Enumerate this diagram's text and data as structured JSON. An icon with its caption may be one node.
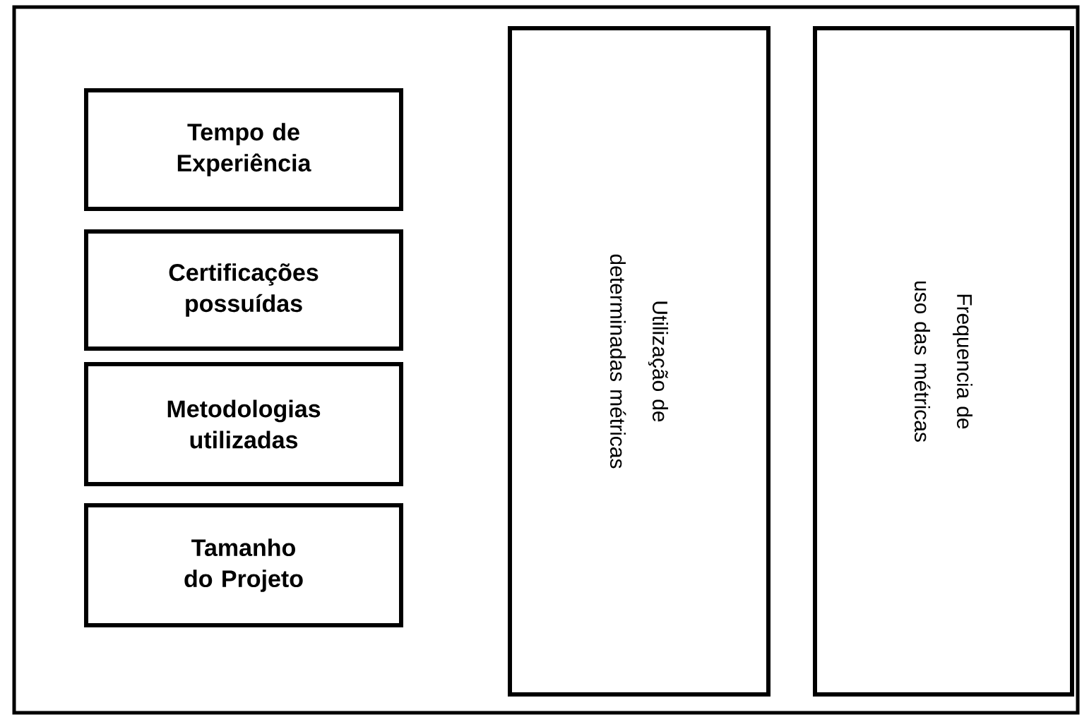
{
  "diagram": {
    "nodes": [
      {
        "text": [],
        "shape": "box"
      },
      {
        "text": [
          "Tempo de Experiência"
        ],
        "in": 0
      },
      {
        "text": [
          "Certificações possuídas"
        ],
        "in": 0
      },
      {
        "text": [
          "Metodologias utilizadas"
        ],
        "in": 0
      },
      {
        "text": [
          "Tamanho do Projeto"
        ],
        "in": 0
      },
      {
        "text": [
          "Utilização de determinadas métricas"
        ],
        "in": 0
      },
      {
        "text": [
          "Frequencia de uso das métricas"
        ],
        "in": 0
      }
    ]
  }
}
